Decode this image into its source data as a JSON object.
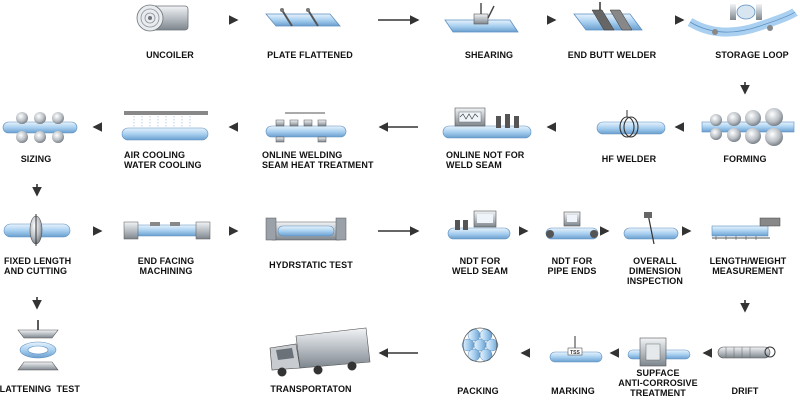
{
  "steps": {
    "uncoiler": "UNCOILER",
    "plate_flattened": "PLATE FLATTENED",
    "shearing": "SHEARING",
    "end_butt_welder": "END BUTT WELDER",
    "storage_loop": "STORAGE LOOP",
    "forming": "FORMING",
    "hf_welder": "HF WELDER",
    "online_ndt": "ONLINE NOT FOR\nWELD SEAM",
    "online_heat": "ONLINE WELDING\nSEAM HEAT TREATMENT",
    "air_cooling": "AIR COOLING\nWATER COOLING",
    "sizing": "SIZING",
    "fixed_length": "FIXED LENGTH\nAND CUTTING",
    "end_facing": "END FACING\nMACHINING",
    "hydrostatic": "HYDRSTATIC TEST",
    "ndt_weld": "NDT FOR\nWELD SEAM",
    "ndt_ends": "NDT FOR\nPIPE ENDS",
    "overall_dim": "OVERALL\nDIMENSION\nINSPECTION",
    "length_weight": "LENGTH/WEIGHT\nMEASUREMENT",
    "drift": "DRIFT",
    "surface": "SUPFACE\nANTI-CORROSIVE\nTREATMENT",
    "marking": "MARKING",
    "packing": "PACKING",
    "transportation": "TRANSPORTATON",
    "flattening": "FLATTENING  TEST"
  },
  "icon_texts": {
    "marking_tag": "TSS"
  },
  "colors": {
    "pipe_blue": "#a9d0f0",
    "pipe_dark": "#5d8fc0",
    "steel_gray": "#9aa1a8",
    "arrow": "#333333",
    "text": "#111111"
  }
}
